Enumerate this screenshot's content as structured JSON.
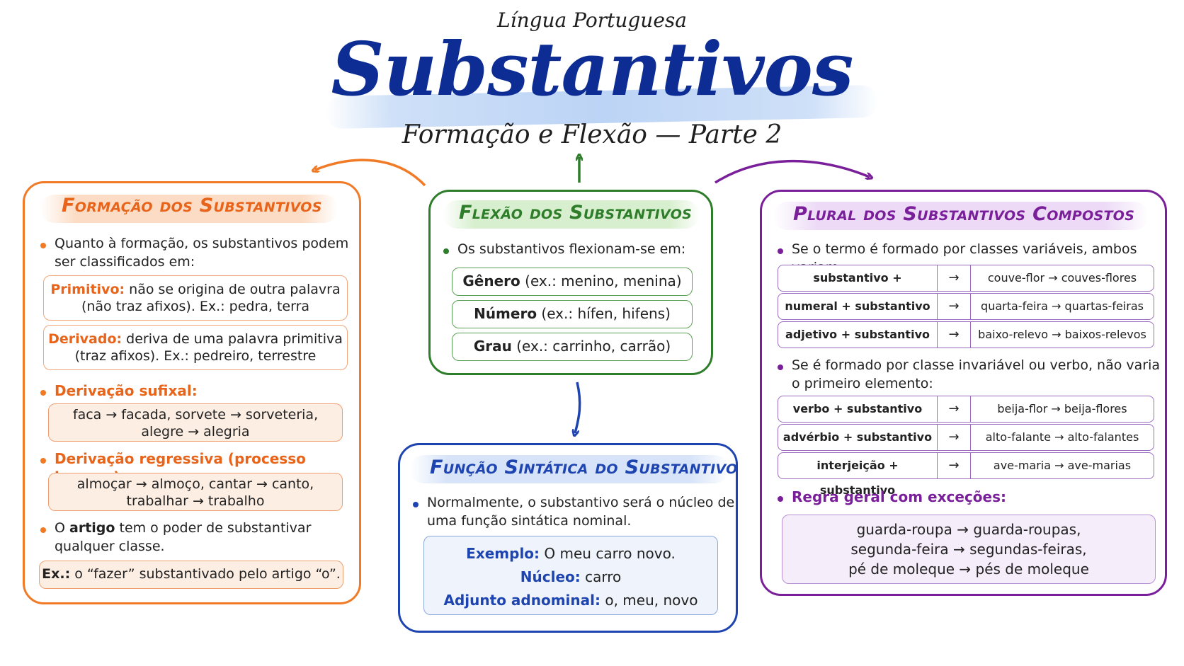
{
  "header": {
    "top_subtitle": "Língua Portuguesa",
    "title": "Substantivos",
    "bottom_subtitle": "Formação e Flexão — Parte 2"
  },
  "colors": {
    "title_blue": "#0d2d94",
    "orange": "#f07a26",
    "green": "#2e7d2a",
    "blue": "#1e44b0",
    "purple": "#7a1f9a"
  },
  "formacao": {
    "title": "Formação dos Substantivos",
    "intro_line1": "Quanto à formação, os substantivos podem",
    "intro_line2": "ser classificados em:",
    "primitivo_label": "Primitivo:",
    "primitivo_text1": " não se origina de outra palavra",
    "primitivo_text2": "(não traz afixos). Ex.: pedra, terra",
    "derivado_label": "Derivado:",
    "derivado_text1": " deriva de uma palavra primitiva",
    "derivado_text2": "(traz afixos). Ex.: pedreiro, terrestre",
    "sufixal_label": "Derivação sufixal:",
    "sufixal_ex1": "faca → facada, sorvete → sorveteria,",
    "sufixal_ex2": "alegre → alegria",
    "regressiva_label": "Derivação regressiva (processo inverso):",
    "regressiva_ex1": "almoçar → almoço, cantar → canto,",
    "regressiva_ex2": "trabalhar → trabalho",
    "artigo_pre": "O ",
    "artigo_bold": "artigo",
    "artigo_post": " tem o poder de substantivar",
    "artigo_line2": "qualquer classe.",
    "ex_label": "Ex.:",
    "ex_text": " o “fazer” substantivado pelo artigo “o”."
  },
  "flexao": {
    "title": "Flexão dos Substantivos",
    "intro": "Os substantivos flexionam-se em:",
    "items": [
      {
        "label": "Gênero",
        "example": " (ex.: menino, menina)"
      },
      {
        "label": "Número",
        "example": " (ex.: hífen, hifens)"
      },
      {
        "label": "Grau",
        "example": " (ex.: carrinho, carrão)"
      }
    ]
  },
  "funcao": {
    "title": "Função Sintática do Substantivo",
    "intro_line1": "Normalmente, o substantivo será o núcleo de",
    "intro_line2": "uma função sintática nominal.",
    "exemplo_label": "Exemplo:",
    "exemplo_text": " O meu carro novo.",
    "nucleo_label": "Núcleo:",
    "nucleo_text": " carro",
    "adjunto_label": "Adjunto adnominal:",
    "adjunto_text": " o, meu, novo"
  },
  "plural": {
    "title": "Plural dos Substantivos Compostos",
    "rule1": "Se o termo é formado por classes variáveis, ambos variam:",
    "table1": [
      {
        "left": "substantivo + substantivo",
        "arrow": "→",
        "right": "couve-flor → couves-flores"
      },
      {
        "left": "numeral + substantivo",
        "arrow": "→",
        "right": "quarta-feira → quartas-feiras"
      },
      {
        "left": "adjetivo + substantivo",
        "arrow": "→",
        "right": "baixo-relevo → baixos-relevos"
      }
    ],
    "rule2_line1": "Se é formado por classe invariável ou verbo, não varia",
    "rule2_line2": "o primeiro elemento:",
    "table2": [
      {
        "left": "verbo + substantivo",
        "arrow": "→",
        "right": "beija-flor → beija-flores"
      },
      {
        "left": "advérbio + substantivo",
        "arrow": "→",
        "right": "alto-falante → alto-falantes"
      },
      {
        "left": "interjeição + substantivo",
        "arrow": "→",
        "right": "ave-maria → ave-marias"
      }
    ],
    "rule3": "Regra geral com exceções:",
    "exceptions": [
      "guarda-roupa → guarda-roupas,",
      "segunda-feira → segundas-feiras,",
      "pé de moleque → pés de moleque"
    ]
  }
}
